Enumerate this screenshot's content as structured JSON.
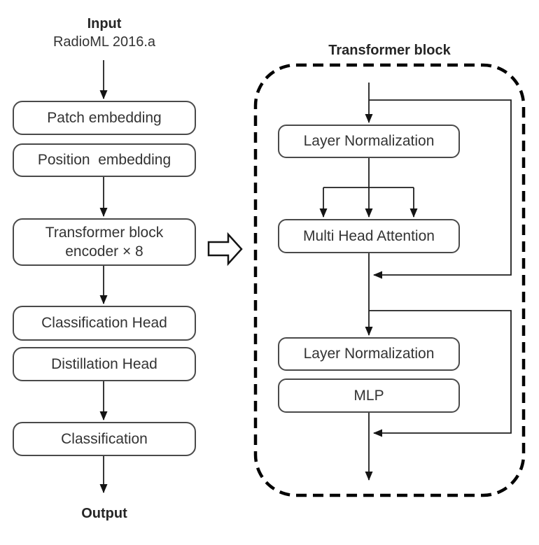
{
  "left_flow": {
    "input_title": "Input",
    "input_subtitle": "RadioML 2016.a",
    "output_title": "Output",
    "boxes": [
      {
        "id": "patch-embedding",
        "label": "Patch embedding"
      },
      {
        "id": "position-embedding",
        "label": "Position  embedding"
      },
      {
        "id": "transformer-encoder",
        "label": "Transformer block\nencoder × 8"
      },
      {
        "id": "classification-head",
        "label": "Classification Head"
      },
      {
        "id": "distillation-head",
        "label": "Distillation Head"
      },
      {
        "id": "classification",
        "label": "Classification"
      }
    ]
  },
  "right_flow": {
    "title": "Transformer block",
    "boxes": [
      {
        "id": "layer-normalization-1",
        "label": "Layer Normalization"
      },
      {
        "id": "multi-head-attention",
        "label": "Multi Head Attention"
      },
      {
        "id": "layer-normalization-2",
        "label": "Layer Normalization"
      },
      {
        "id": "mlp",
        "label": "MLP"
      }
    ]
  },
  "icons": {
    "block_arrow": "right-block-arrow"
  },
  "colors": {
    "background": "#ffffff",
    "box_border": "#4a4a4a",
    "connector": "#1f1f1f",
    "dashed_border": "#000000",
    "text": "#333333"
  }
}
